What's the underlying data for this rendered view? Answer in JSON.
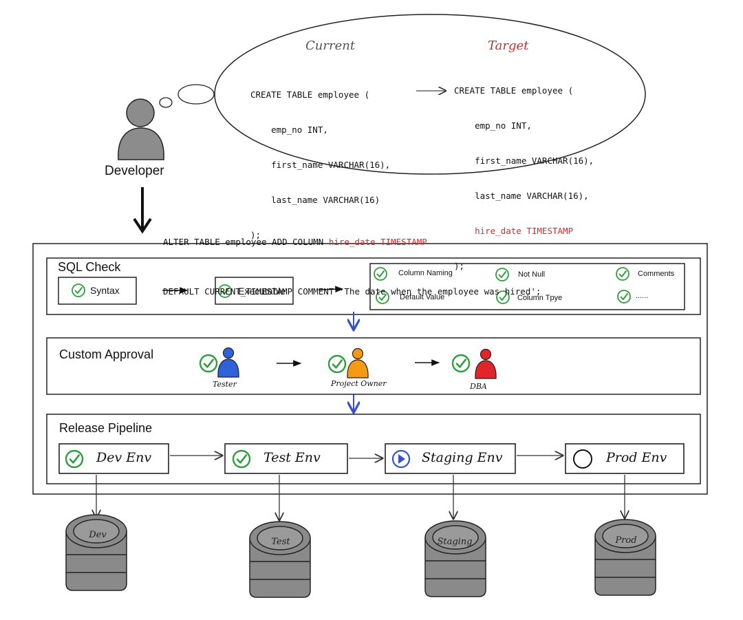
{
  "developer": {
    "label": "Developer"
  },
  "thought": {
    "current_title": "Current",
    "target_title": "Target",
    "current_code": [
      "CREATE TABLE employee (",
      "    emp_no INT,",
      "    first_name VARCHAR(16),",
      "    last_name VARCHAR(16)",
      ");"
    ],
    "target_code": [
      "CREATE TABLE employee (",
      "    emp_no INT,",
      "    first_name VARCHAR(16),",
      "    last_name VARCHAR(16),"
    ],
    "target_new_line": "    hire_date TIMESTAMP",
    "target_end": ");"
  },
  "alter": {
    "line1_prefix": "ALTER TABLE employee ADD COLUMN ",
    "line1_highlight": "hire_date TIMESTAMP",
    "line2": "DEFAULT CURRENT_TIMESTAMP COMMENT 'The date when the employee was hired';"
  },
  "sql_check": {
    "title": "SQL Check",
    "steps": [
      "Syntax",
      "Executable"
    ],
    "rules": [
      "Column Naming",
      "Not Null",
      "Comments",
      "Default Value",
      "Column Tpye",
      "......"
    ]
  },
  "approval": {
    "title": "Custom Approval",
    "roles": [
      {
        "label": "Tester",
        "color": "#2f62d8"
      },
      {
        "label": "Project Owner",
        "color": "#f39a12"
      },
      {
        "label": "DBA",
        "color": "#e0262a"
      }
    ]
  },
  "pipeline": {
    "title": "Release Pipeline",
    "envs": [
      {
        "label": "Dev Env",
        "status": "done"
      },
      {
        "label": "Test Env",
        "status": "done"
      },
      {
        "label": "Staging Env",
        "status": "running"
      },
      {
        "label": "Prod Env",
        "status": "pending"
      }
    ]
  },
  "databases": [
    "Dev",
    "Test",
    "Staging",
    "Prod"
  ],
  "colors": {
    "check_green": "#2e9e3c",
    "running_blue": "#2f52d0",
    "highlight_red": "#d12b2b",
    "flow_blue": "#3550c8",
    "person_gray": "#8c8c8c"
  }
}
